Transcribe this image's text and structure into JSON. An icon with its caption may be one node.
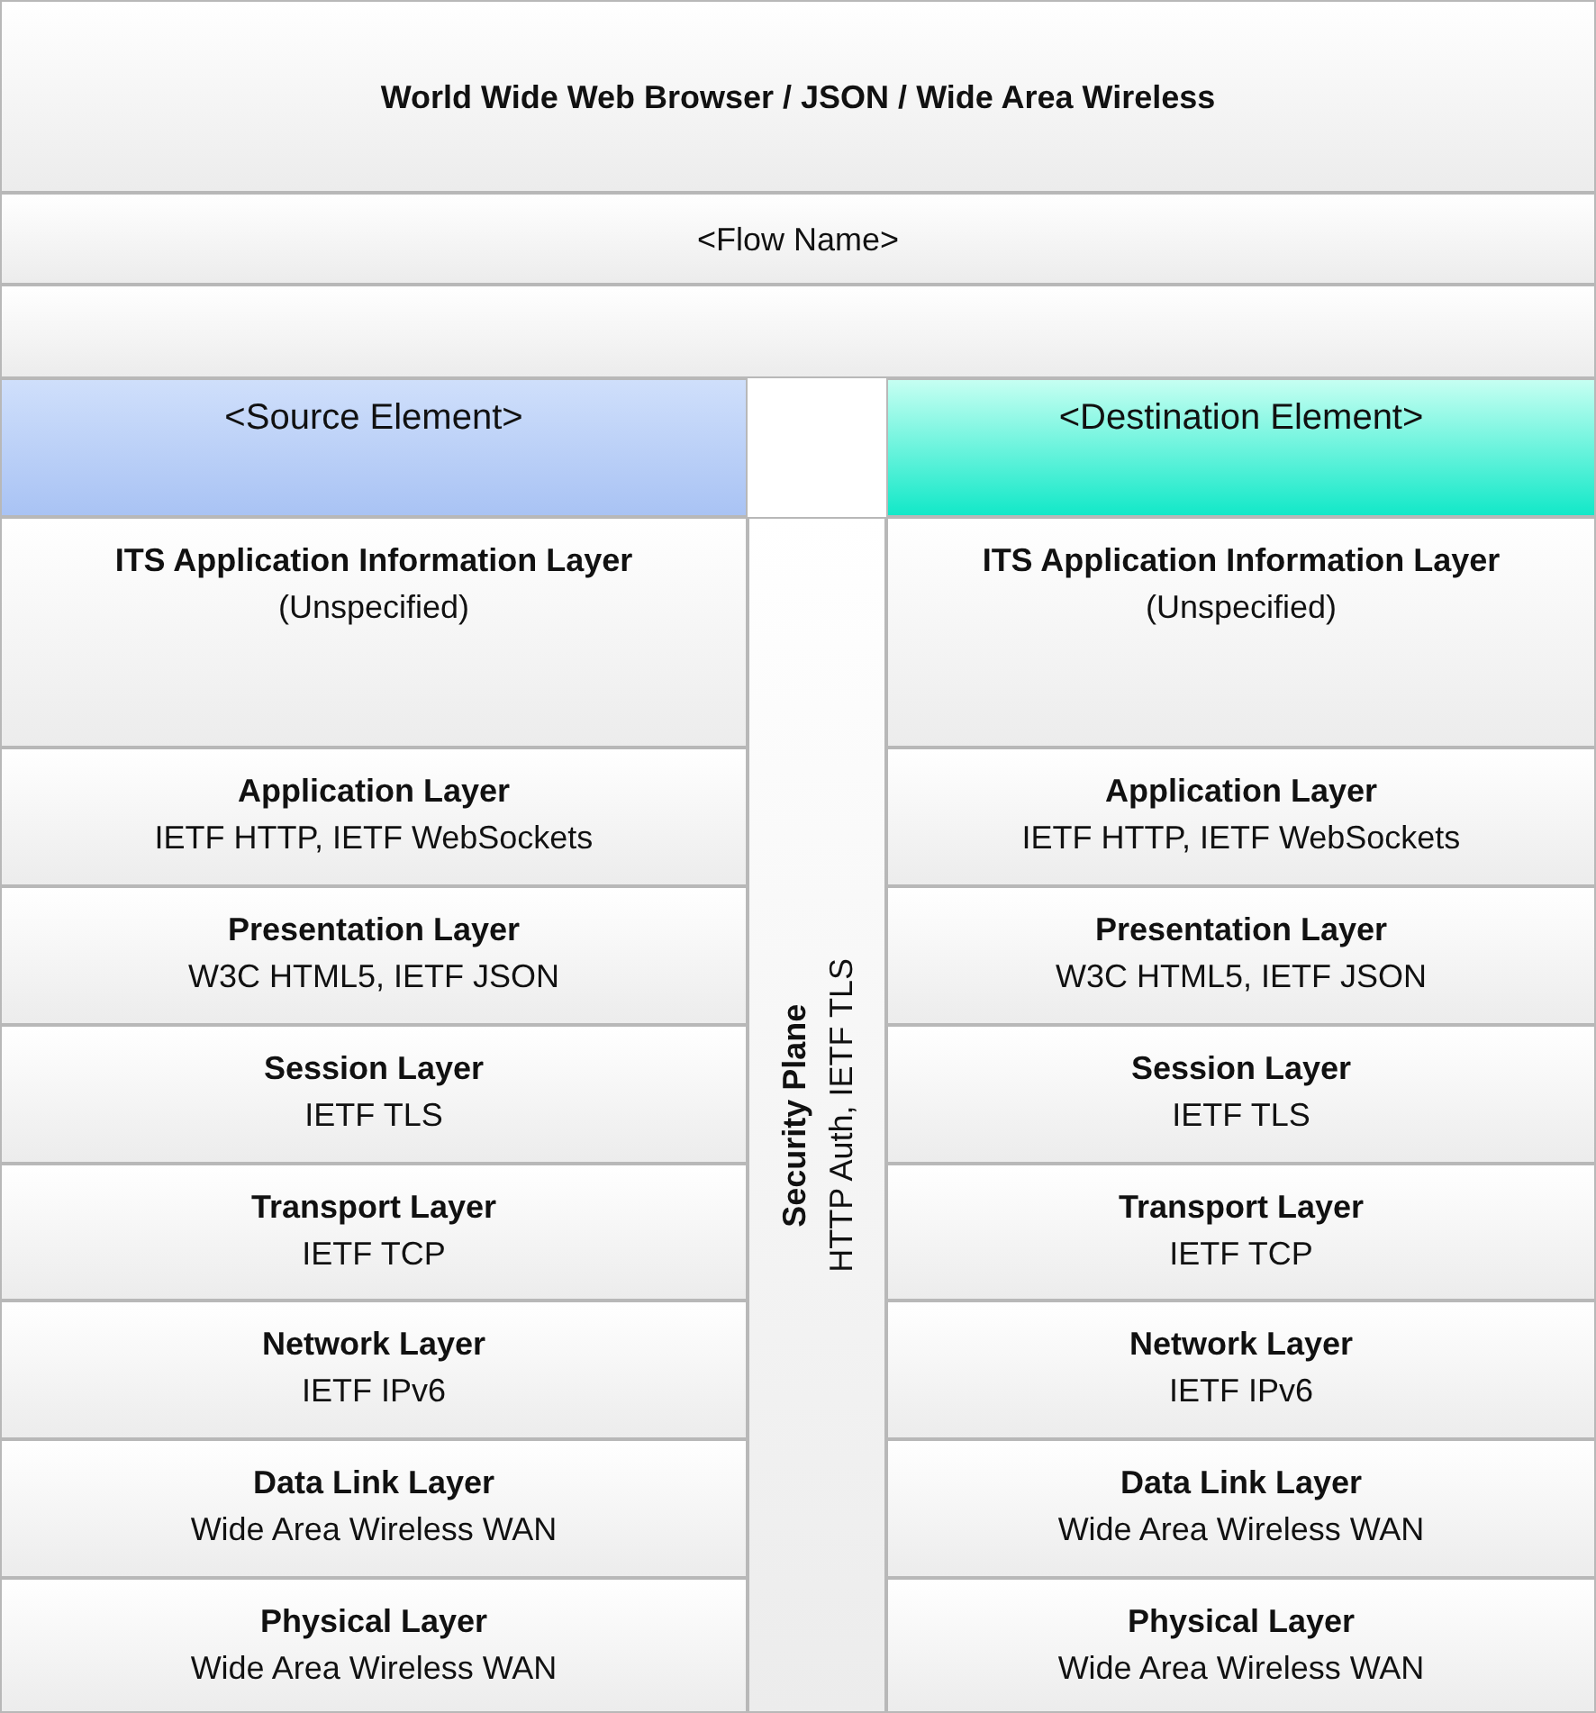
{
  "diagram": {
    "title": "World Wide Web Browser / JSON / Wide Area Wireless",
    "nodes": [
      {
        "text": [
          "<Flow Name>"
        ]
      },
      {
        "text": [],
        "shape": "box"
      },
      {
        "text": [
          "<Source Element>"
        ]
      },
      {
        "text": [
          "<Destination Element>"
        ]
      },
      {
        "text": [
          "ITS Application Information Layer",
          "(Unspecified)"
        ]
      },
      {
        "text": [
          "Application Layer",
          "IETF HTTP, IETF WebSockets"
        ]
      },
      {
        "text": [
          "Presentation Layer",
          "W3C HTML5, IETF JSON"
        ]
      },
      {
        "text": [
          "Session Layer",
          "IETF TLS"
        ]
      },
      {
        "text": [
          "Transport Layer",
          "IETF TCP"
        ]
      },
      {
        "text": [
          "Network Layer",
          "IETF IPv6"
        ]
      },
      {
        "text": [
          "Data Link Layer",
          "Wide Area Wireless WAN"
        ]
      },
      {
        "text": [
          "Physical Layer",
          "Wide Area Wireless WAN"
        ]
      },
      {
        "text": [
          "Security Plane",
          "HTTP Auth, IETF TLS"
        ]
      },
      {
        "text": [
          "ITS Application Information Layer",
          "(Unspecified)"
        ]
      },
      {
        "text": [
          "Application Layer",
          "IETF HTTP, IETF WebSockets"
        ]
      },
      {
        "text": [
          "Presentation Layer",
          "W3C HTML5, IETF JSON"
        ]
      },
      {
        "text": [
          "Session Layer",
          "IETF TLS"
        ]
      },
      {
        "text": [
          "Transport Layer",
          "IETF TCP"
        ]
      },
      {
        "text": [
          "Network Layer",
          "IETF IPv6"
        ]
      },
      {
        "text": [
          "Data Link Layer",
          "Wide Area Wireless WAN"
        ]
      },
      {
        "text": [
          "Physical Layer",
          "Wide Area Wireless WAN"
        ]
      }
    ],
    "edges": []
  }
}
